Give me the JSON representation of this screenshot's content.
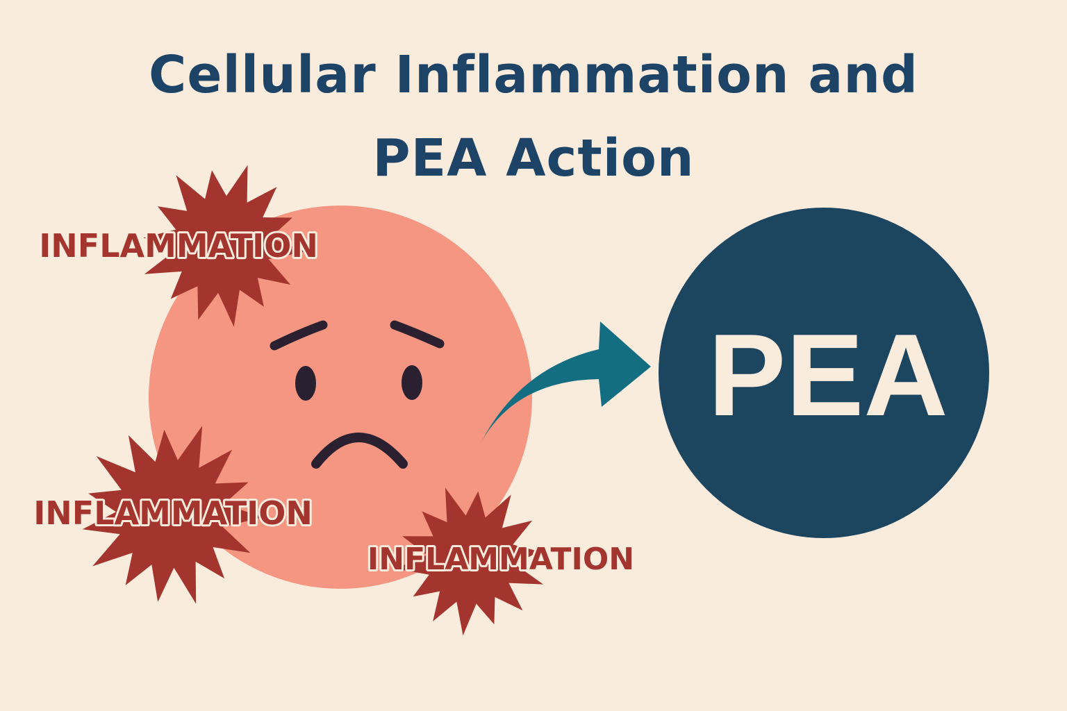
{
  "title": {
    "line1": "Cellular Inflammation and",
    "line2": "PEA Action"
  },
  "inflammation_labels": [
    "INFLAMMATION",
    "INFLAMMATION",
    "INFLAMMATION"
  ],
  "pea_label": "PEA",
  "colors": {
    "background": "#faecdd",
    "title": "#1d4466",
    "cell": "#f59682",
    "face": "#2a2030",
    "burst": "#a4352e",
    "arrow": "#146e82",
    "pea_circle": "#1c4560",
    "pea_text": "#faecdd"
  },
  "icons": {
    "cell": "sad-face-cell",
    "burst": "inflammation-starburst",
    "arrow": "curved-arrow-right"
  }
}
